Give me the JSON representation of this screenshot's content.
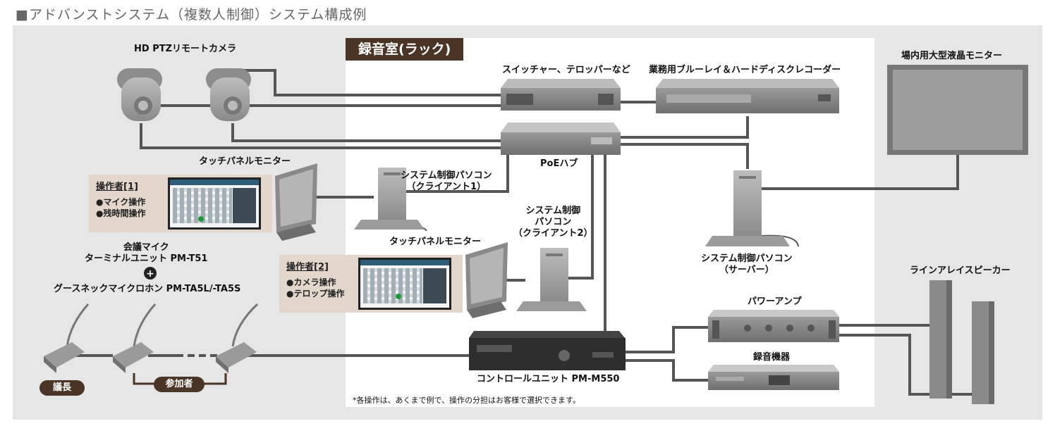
{
  "header": {
    "title": "■アドバンストシステム（複数人制御）システム構成例"
  },
  "room": {
    "title": "録音室(ラック)"
  },
  "labels": {
    "hd_camera": "HD PTZリモートカメラ",
    "switcher": "スイッチャー、テロッパーなど",
    "recorder": "業務用ブルーレイ＆ハードディスクレコーダー",
    "monitor_large": "場内用大型液晶モニター",
    "poe_hub": "PoEハブ",
    "touch_panel_1": "タッチパネルモニター",
    "touch_panel_2": "タッチパネルモニター",
    "pc_client1_line1": "システム制御パソコン",
    "pc_client1_line2": "（クライアント1）",
    "pc_client2_line1": "システム制御",
    "pc_client2_line2": "パソコン",
    "pc_client2_line3": "（クライアント2）",
    "pc_server_line1": "システム制御パソコン",
    "pc_server_line2": "（サーバー）",
    "mic_line1": "会議マイク",
    "mic_line2": "ターミナルユニット PM-T51",
    "mic_line3": "グースネックマイクロホン PM-TA5L/-TA5S",
    "line_array": "ラインアレイスピーカー",
    "power_amp": "パワーアンプ",
    "rec_device": "録音機器",
    "control_unit": "コントロールユニット PM-M550",
    "plus_symbol": "+"
  },
  "operators": [
    {
      "title": "操作者[1]",
      "items": [
        "●マイク操作",
        "●残時間操作"
      ]
    },
    {
      "title": "操作者[2]",
      "items": [
        "●カメラ操作",
        "●テロップ操作"
      ]
    }
  ],
  "badges": {
    "chair": "議長",
    "participant": "参加者"
  },
  "footnote": "*各操作は、あくまで例で、操作の分担はお客様で選択できます。",
  "colors": {
    "room_title_bg": "#4a3425",
    "operator_bg": "#e3d6cb",
    "panel_bg": "#e6e6e6",
    "line": "#555555"
  }
}
